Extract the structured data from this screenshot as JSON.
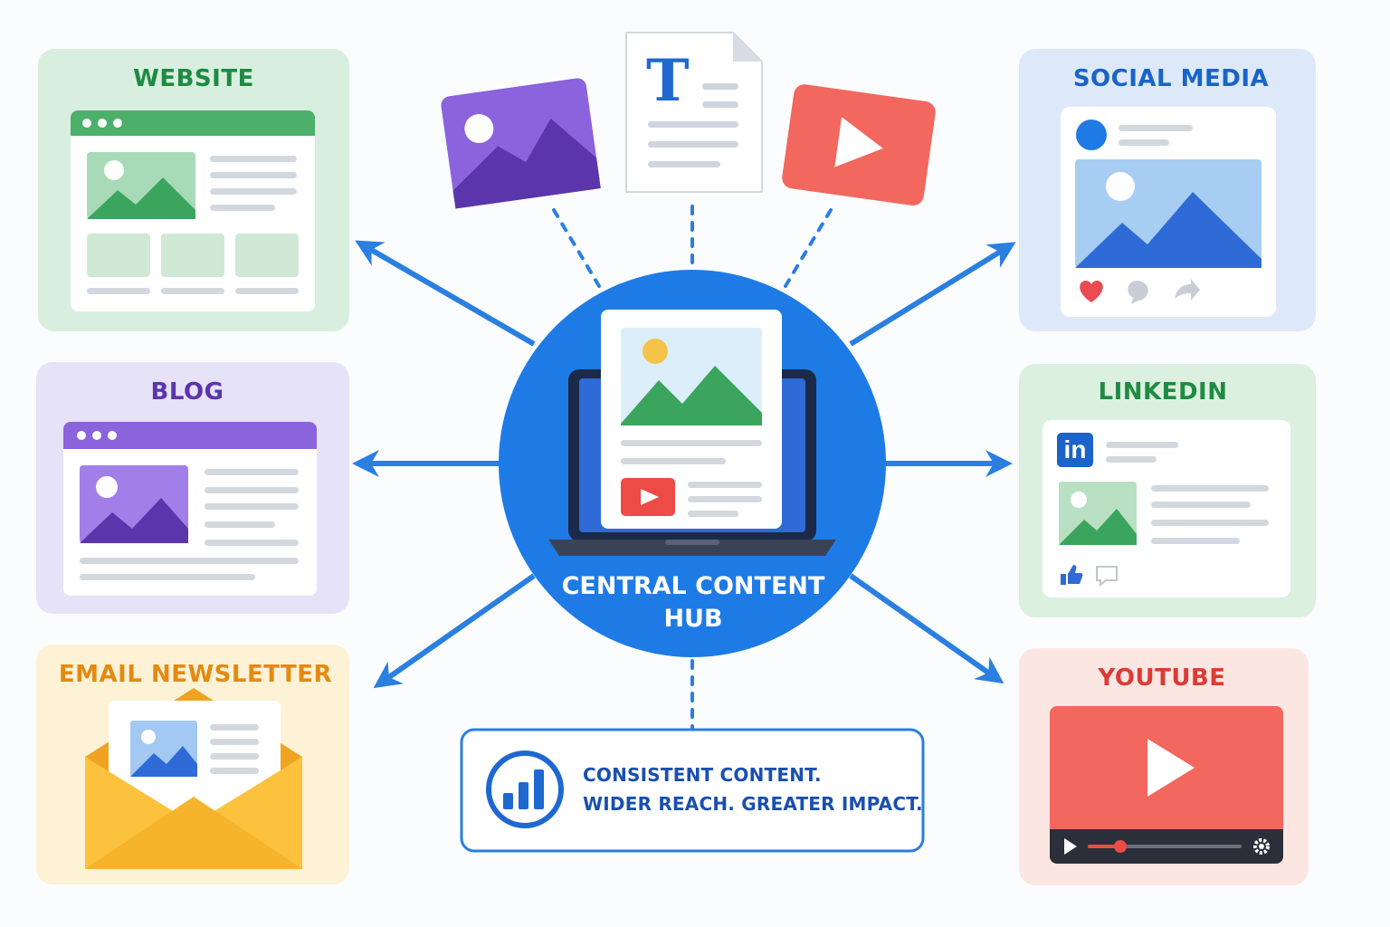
{
  "hub": {
    "line1": "CENTRAL CONTENT",
    "line2": "HUB"
  },
  "channels": {
    "website": "WEBSITE",
    "blog": "BLOG",
    "email": "EMAIL NEWSLETTER",
    "social": "SOCIAL MEDIA",
    "linkedin": "LINKEDIN",
    "youtube": "YOUTUBE"
  },
  "tagline": {
    "line1": "CONSISTENT CONTENT.",
    "line2": "WIDER REACH. GREATER IMPACT."
  },
  "icons": {
    "text_letter": "T",
    "linkedin_logo": "in"
  },
  "colors": {
    "hub_blue": "#1e7be5",
    "arrow_blue": "#2a7fe0",
    "website_green": "#1f8a43",
    "blog_purple": "#5b35ab",
    "email_orange": "#e28a12",
    "social_blue": "#1a63c8",
    "linkedin_green": "#1f8a43",
    "youtube_red": "#dc3b35"
  }
}
